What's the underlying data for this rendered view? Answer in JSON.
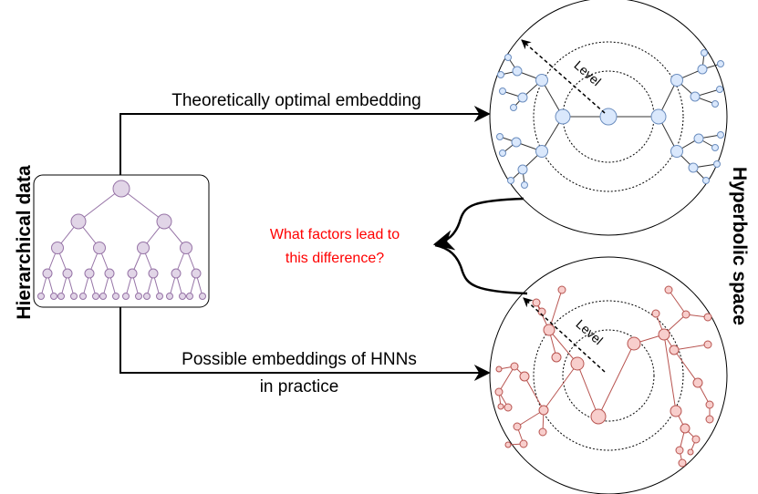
{
  "labels": {
    "left_side": "Hierarchical data",
    "right_side": "Hyperbolic space",
    "top_arrow": "Theoretically optimal embedding",
    "bottom_arrow_line1": "Possible embeddings of HNNs",
    "bottom_arrow_line2": "in practice",
    "question_line1": "What factors lead to",
    "question_line2": "this difference?",
    "level_top": "Level",
    "level_bottom": "Level"
  },
  "colors": {
    "tree_fill": "#e1d5e7",
    "tree_stroke": "#9673a6",
    "blue_fill": "#dae8fc",
    "blue_stroke": "#6c8ebf",
    "red_fill": "#f8cecc",
    "red_stroke": "#b85450",
    "question": "#ff0000",
    "line": "#000000"
  },
  "icons": {
    "tree": "hierarchical-tree-icon",
    "disk_top": "poincare-disk-optimal",
    "disk_bottom": "poincare-disk-practice"
  }
}
